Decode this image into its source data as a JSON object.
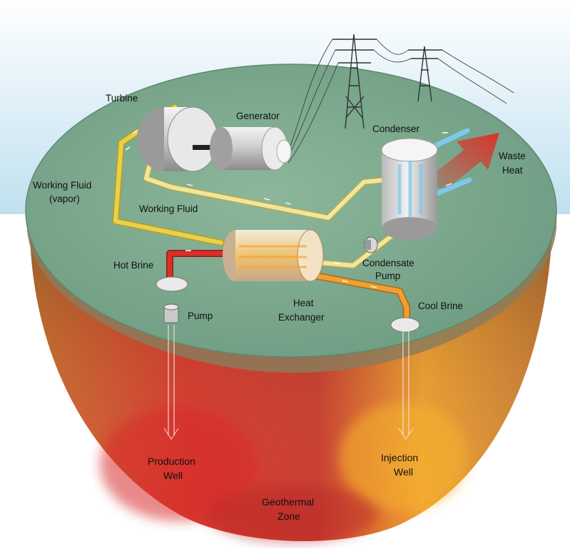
{
  "labels": {
    "turbine": "Turbine",
    "generator": "Generator",
    "condenser": "Condenser",
    "waste_heat_line1": "Waste",
    "waste_heat_line2": "Heat",
    "working_fluid_vapor_line1": "Working Fluid",
    "working_fluid_vapor_line2": "(vapor)",
    "working_fluid": "Working Fluid",
    "hot_brine": "Hot Brine",
    "pump": "Pump",
    "heat_exchanger_line1": "Heat",
    "heat_exchanger_line2": "Exchanger",
    "condensate_pump_line1": "Condensate",
    "condensate_pump_line2": "Pump",
    "cool_brine": "Cool Brine",
    "production_well_line1": "Production",
    "production_well_line2": "Well",
    "injection_well_line1": "Injection",
    "injection_well_line2": "Well",
    "geothermal_zone_line1": "Geothermal",
    "geothermal_zone_line2": "Zone"
  },
  "colors": {
    "surface": "#7ea98f",
    "working_fluid_pipe": "#e8d24a",
    "condensate_pipe": "#efe6a0",
    "hot_brine_pipe": "#d8302a",
    "cool_brine_pipe": "#f0a030",
    "waste_heat_arrow": "#d9342b",
    "cooling_water": "#7ec8ea",
    "geothermal_hot": "#d8282a",
    "geothermal_warm": "#f2a52a"
  }
}
